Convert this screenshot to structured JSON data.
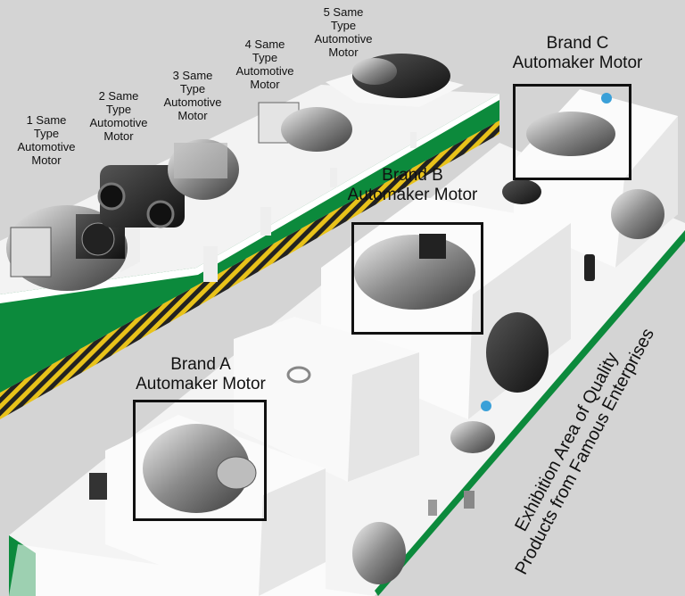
{
  "same_type_labels": [
    "1 Same\nType\nAutomotive\nMotor",
    "2 Same\nType\nAutomotive\nMotor",
    "3 Same\nType\nAutomotive\nMotor",
    "4 Same\nType\nAutomotive\nMotor",
    "5 Same\nType\nAutomotive\nMotor"
  ],
  "brand_labels": {
    "a": "Brand A\nAutomaker Motor",
    "b": "Brand B\nAutomaker Motor",
    "c": "Brand C\nAutomaker Motor"
  },
  "exhibition_title": "Exhibition Area of Quality\nProducts from Famous Enterprises",
  "colors": {
    "stripe_green": "#0c8a3c",
    "platform_white": "#f4f4f4",
    "floor_gray": "#d6d6d6",
    "hazard_yellow": "#e8c21a"
  }
}
